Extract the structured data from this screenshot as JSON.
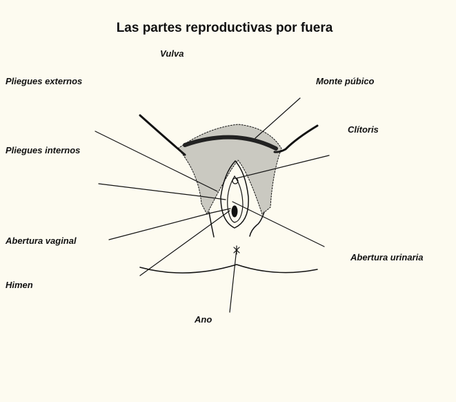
{
  "title": "Las partes reproductivas por fuera",
  "labels": {
    "vulva": "Vulva",
    "outer_folds": "Pliegues externos",
    "mons_pubis": "Monte púbico",
    "clitoris": "Clítoris",
    "inner_folds": "Pliegues internos",
    "vaginal_opening": "Abertura vaginal",
    "urinary_opening": "Abertura urinaria",
    "hymen": "Himen",
    "anus": "Ano"
  }
}
